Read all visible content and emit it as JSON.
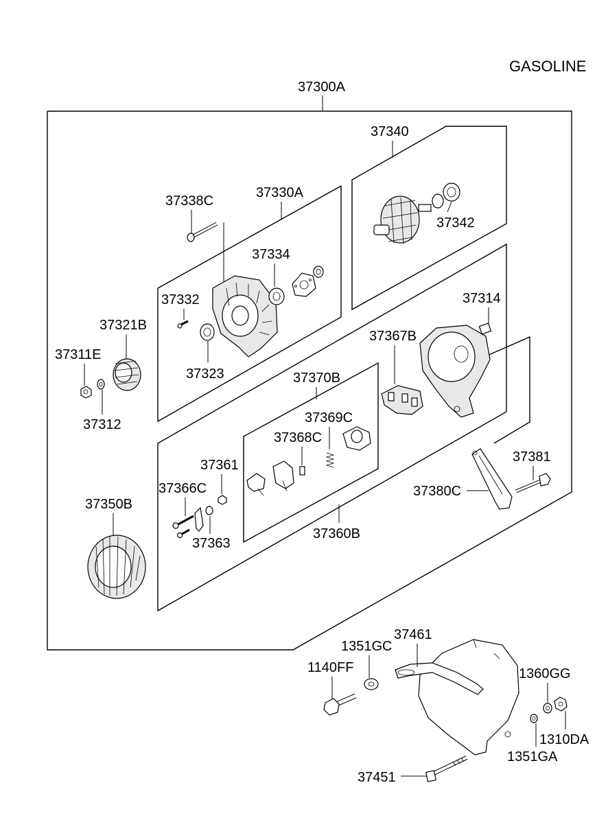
{
  "header": {
    "engine_type": "GASOLINE"
  },
  "labels": {
    "assembly": "37300A",
    "rotor_group": "37340",
    "rotor_bearing": "37342",
    "front_bracket_group": "37330A",
    "through_bolt": "37338C",
    "front_bearing": "37334",
    "front_screw": "37332",
    "spacer": "37323",
    "pulley": "37321B",
    "pulley_nut": "37311E",
    "pulley_washer": "37312",
    "rear_bracket": "37314",
    "brush_holder": "37367B",
    "regulator_group": "37370B",
    "brush_spring": "37369C",
    "brush": "37368C",
    "rectifier_nut": "37361",
    "rectifier_bolt": "37366C",
    "rectifier_washer": "37363",
    "rectifier_group": "37360B",
    "stator": "37350B",
    "bracket_bolt": "37381",
    "adjust_bracket": "37380C",
    "cover_bracket": "37461",
    "washer_gc": "1351GC",
    "bolt_ff": "1140FF",
    "washer_gg": "1360GG",
    "nut_da": "1310DA",
    "washer_ga": "1351GA",
    "cover_bolt": "37451"
  }
}
